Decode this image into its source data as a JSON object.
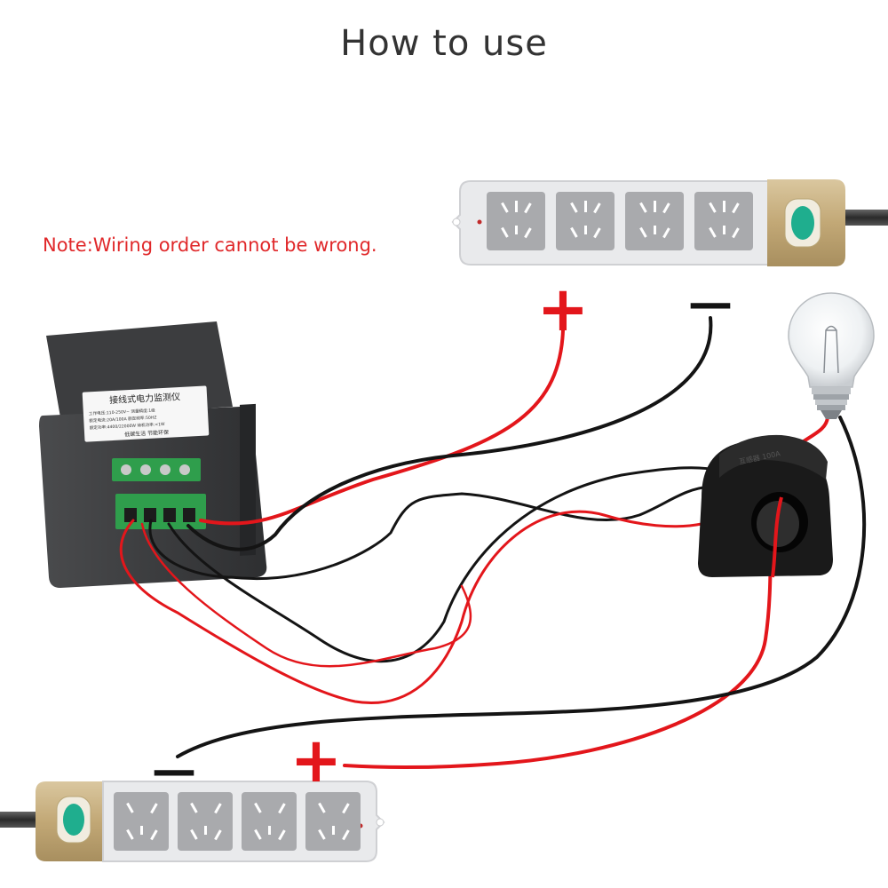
{
  "header": {
    "title": "How to use"
  },
  "note": {
    "text": "Note:Wiring order cannot be wrong."
  },
  "meter": {
    "label_title": "接线式电力监测仪",
    "label_line1": "工作电压:110-250V~   测量精度:1级",
    "label_line2": "额定电流:20A/100A   额定频率:50HZ",
    "label_line3": "额定功率:4400/22000W   待机功率:<1W",
    "label_footer": "低碳生活 节能环保"
  },
  "ct_sensor": {
    "label": "互感器 100A"
  },
  "symbols": {
    "top_plus": "+",
    "top_minus": "—",
    "bottom_minus": "—",
    "bottom_plus": "+"
  },
  "colors": {
    "wire_red": "#e3161b",
    "wire_black": "#141414",
    "strip_body": "#e8e9eb",
    "socket_face": "#a9aaad",
    "strip_cap": "#c9b287",
    "switch_green": "#1fae8e",
    "meter_body": "#3b3c3e",
    "terminal_green": "#2f9e4c"
  }
}
